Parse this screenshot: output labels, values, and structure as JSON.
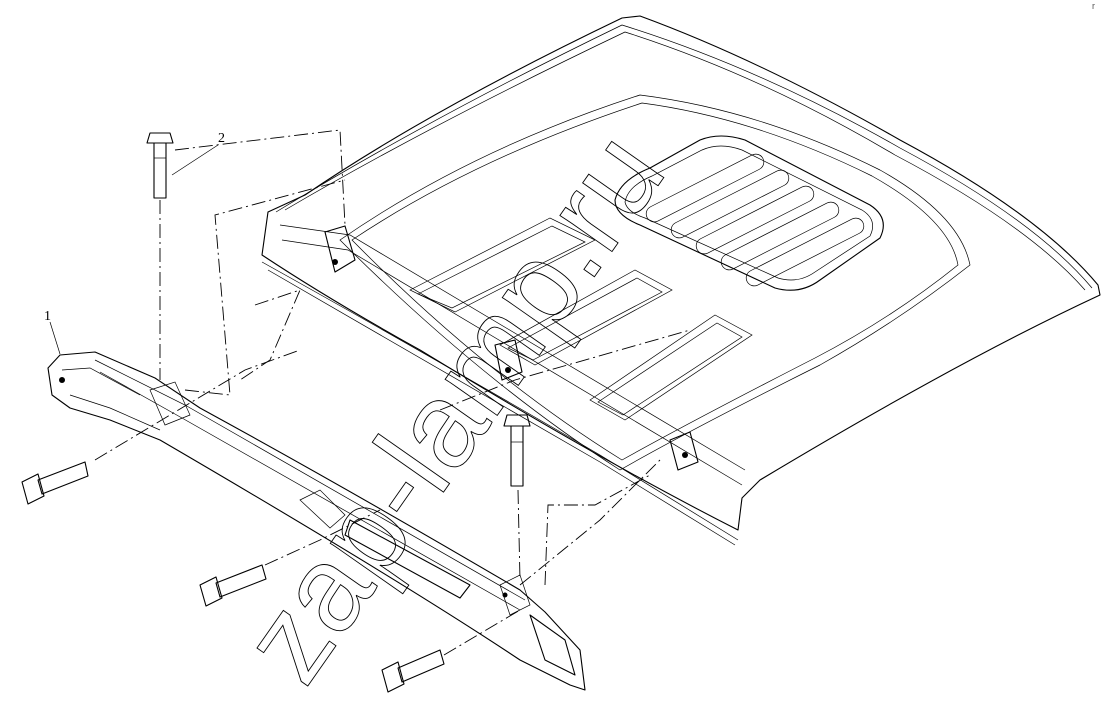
{
  "diagram": {
    "callouts": [
      {
        "id": "callout-1",
        "label": "1"
      },
      {
        "id": "callout-2",
        "label": "2"
      }
    ],
    "watermark": "zap-lamp.ru",
    "corner_mark": "r"
  }
}
